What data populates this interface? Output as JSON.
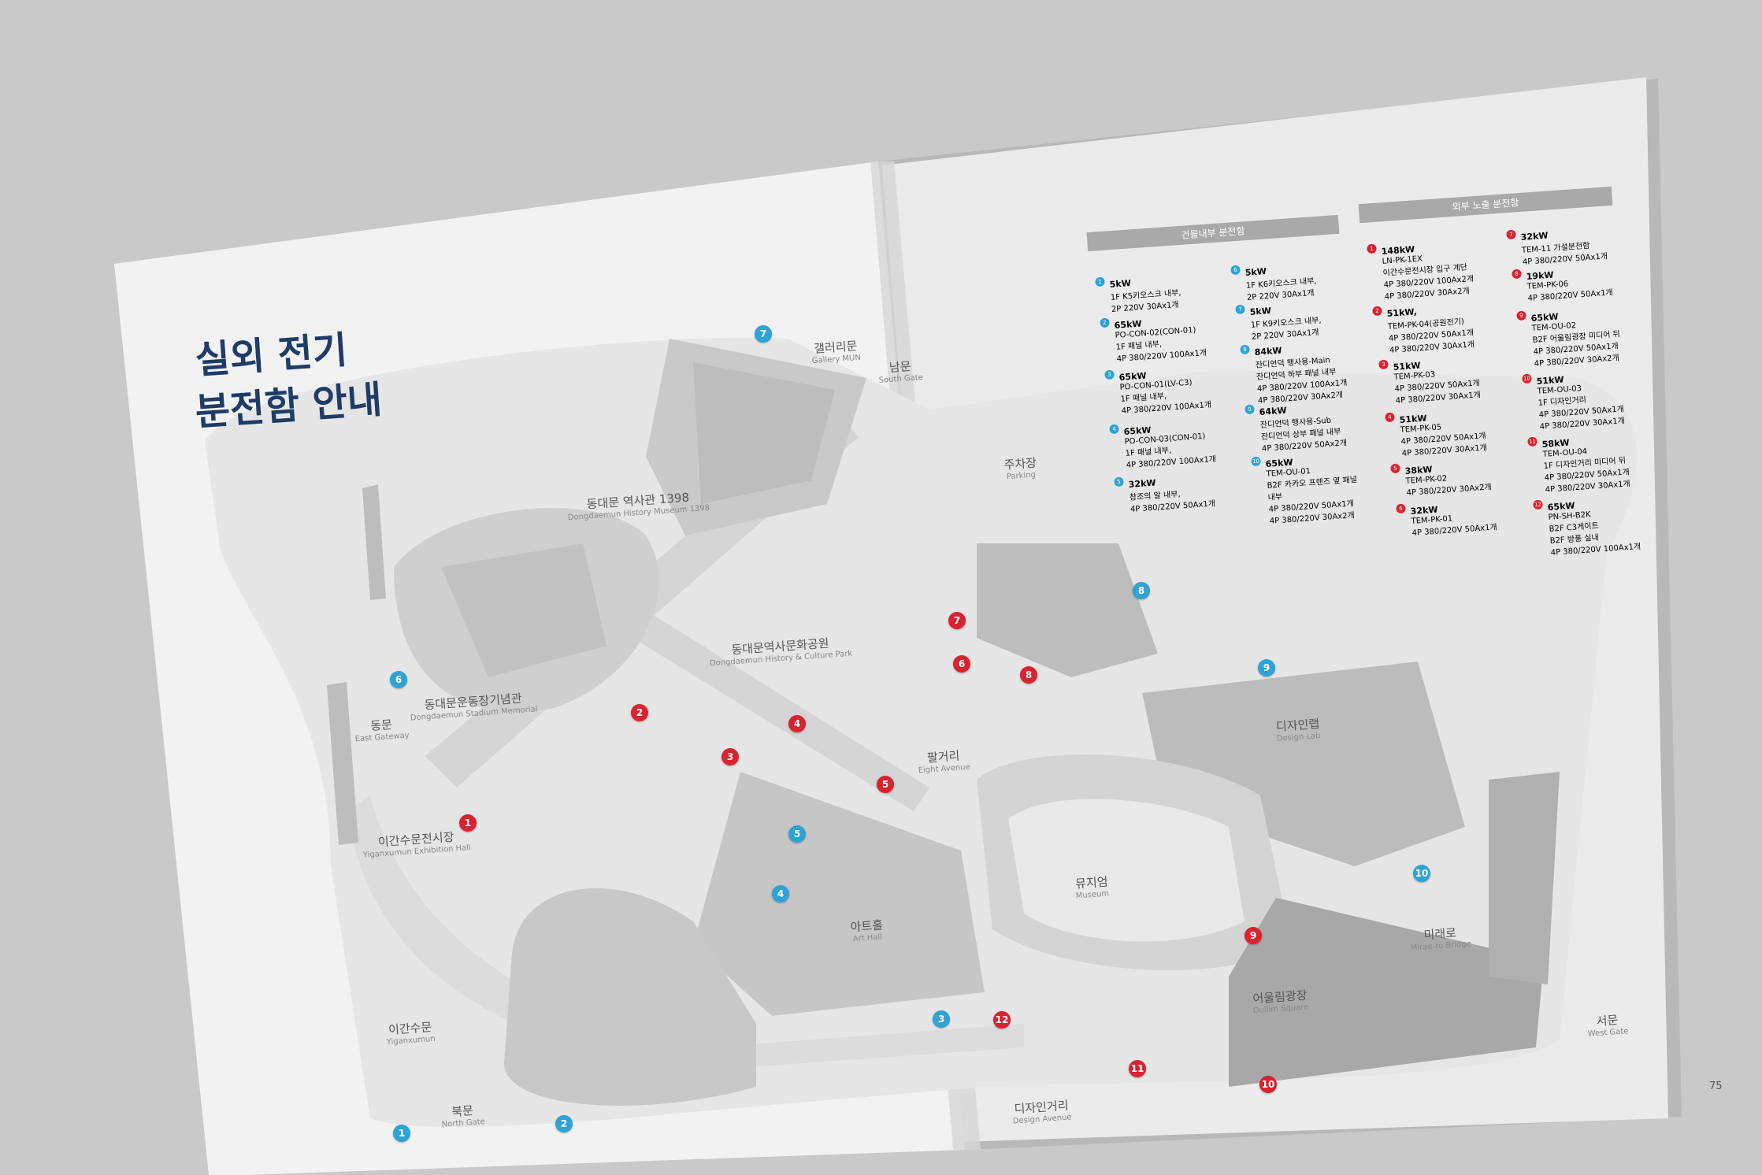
{
  "title": {
    "line1": "실외 전기",
    "line2": "분전함 안내"
  },
  "page_number": "75",
  "legend_headers": {
    "indoor": "건물내부 분전함",
    "outdoor": "외부 노출 분전함"
  },
  "indoor": [
    {
      "num": "1",
      "kw": "5kW",
      "lines": [
        "1F K5키오스크 내부,",
        "2P 220V 30Ax1개"
      ]
    },
    {
      "num": "2",
      "kw": "65kW",
      "lines": [
        "PO-CON-02(CON-01)",
        "1F 패널 내부,",
        "4P 380/220V 100Ax1개"
      ]
    },
    {
      "num": "3",
      "kw": "65kW",
      "lines": [
        "PO-CON-01(LV-C3)",
        "1F 패널 내부,",
        "4P 380/220V 100Ax1개"
      ]
    },
    {
      "num": "4",
      "kw": "65kW",
      "lines": [
        "PO-CON-03(CON-01)",
        "1F 패널 내부,",
        "4P 380/220V 100Ax1개"
      ]
    },
    {
      "num": "5",
      "kw": "32kW",
      "lines": [
        "창조의 알 내부,",
        "4P 380/220V 50Ax1개"
      ]
    },
    {
      "num": "6",
      "kw": "5kW",
      "lines": [
        "1F K6키오스크 내부,",
        "2P 220V 30Ax1개"
      ]
    },
    {
      "num": "7",
      "kw": "5kW",
      "lines": [
        "1F K9키오스크 내부,",
        "2P 220V 30Ax1개"
      ]
    },
    {
      "num": "8",
      "kw": "84kW",
      "lines": [
        "잔디언덕 행사용-Main",
        "잔디언덕 하부 패널 내부",
        "4P 380/220V 100Ax1개",
        "4P 380/220V 30Ax2개"
      ]
    },
    {
      "num": "9",
      "kw": "64kW",
      "lines": [
        "잔디언덕 행사용-Sub",
        "잔디언덕 상부 패널 내부",
        "4P 380/220V 50Ax2개"
      ]
    },
    {
      "num": "10",
      "kw": "65kW",
      "lines": [
        "TEM-OU-01",
        "B2F 카카오 프렌즈 옆 패널",
        "내부",
        "4P 380/220V 50Ax1개",
        "4P 380/220V 30Ax2개"
      ]
    }
  ],
  "outdoor": [
    {
      "num": "1",
      "kw": "148kW",
      "lines": [
        "LN-PK-1EX",
        "이간수문전시장 입구 계단",
        "4P 380/220V 100Ax2개",
        "4P 380/220V 30Ax2개"
      ]
    },
    {
      "num": "2",
      "kw": "51kW,",
      "lines": [
        "TEM-PK-04(공원전기)",
        "4P 380/220V 50Ax1개",
        "4P 380/220V 30Ax1개"
      ]
    },
    {
      "num": "3",
      "kw": "51kW",
      "lines": [
        "TEM-PK-03",
        "4P 380/220V 50Ax1개",
        "4P 380/220V 30Ax1개"
      ]
    },
    {
      "num": "4",
      "kw": "51kW",
      "lines": [
        "TEM-PK-05",
        "4P 380/220V 50Ax1개",
        "4P 380/220V 30Ax1개"
      ]
    },
    {
      "num": "5",
      "kw": "38kW",
      "lines": [
        "TEM-PK-02",
        "4P 380/220V 30Ax2개"
      ]
    },
    {
      "num": "6",
      "kw": "32kW",
      "lines": [
        "TEM-PK-01",
        "4P 380/220V 50Ax1개"
      ]
    },
    {
      "num": "7",
      "kw": "32kW",
      "lines": [
        "TEM-11 가설분전함",
        "4P 380/220V 50Ax1개"
      ]
    },
    {
      "num": "8",
      "kw": "19kW",
      "lines": [
        "TEM-PK-06",
        "4P 380/220V 50Ax1개"
      ]
    },
    {
      "num": "9",
      "kw": "65kW",
      "lines": [
        "TEM-OU-02",
        "B2F 어울림광장 미디어 뒤",
        "4P 380/220V 50Ax1개",
        "4P 380/220V 30Ax2개"
      ]
    },
    {
      "num": "10",
      "kw": "51kW",
      "lines": [
        "TEM-OU-03",
        "1F 디자인거리",
        "4P 380/220V 50Ax1개",
        "4P 380/220V 30Ax1개"
      ]
    },
    {
      "num": "11",
      "kw": "58kW",
      "lines": [
        "TEM-OU-04",
        "1F 디자인거리 미디어 뒤",
        "4P 380/220V 50Ax1개",
        "4P 380/220V 30Ax1개"
      ]
    },
    {
      "num": "12",
      "kw": "65kW",
      "lines": [
        "PN-SH-B2K",
        "B2F C3게이트",
        "B2F 방풍 실내",
        "4P 380/220V 100Ax1개"
      ]
    }
  ],
  "places": [
    {
      "ko": "갤러리문",
      "en": "Gallery MUN"
    },
    {
      "ko": "남문",
      "en": "South Gate"
    },
    {
      "ko": "동대문 역사관 1398",
      "en": "Dongdaemun History Museum 1398"
    },
    {
      "ko": "동대문역사문화공원",
      "en": "Dongdaemun History & Culture Park"
    },
    {
      "ko": "동대문운동장기념관",
      "en": "Dongdaemun Stadium Memorial"
    },
    {
      "ko": "동문",
      "en": "East Gateway"
    },
    {
      "ko": "이간수문전시장",
      "en": "Yiganxumun Exhibition Hall"
    },
    {
      "ko": "이간수문",
      "en": "Yiganxumun"
    },
    {
      "ko": "북문",
      "en": "North Gate"
    },
    {
      "ko": "아트홀",
      "en": "Art Hall"
    },
    {
      "ko": "뮤지엄",
      "en": "Museum"
    },
    {
      "ko": "디자인랩",
      "en": "Design Lab"
    },
    {
      "ko": "어울림광장",
      "en": "Oullim Square"
    },
    {
      "ko": "미래로",
      "en": "Mirae-ro Bridge"
    },
    {
      "ko": "서문",
      "en": "West Gate"
    },
    {
      "ko": "디자인거리",
      "en": "Design Avenue"
    },
    {
      "ko": "주차장",
      "en": "Parking"
    },
    {
      "ko": "팔거리",
      "en": "Eight Avenue"
    }
  ],
  "markers": {
    "blue": [
      "1",
      "2",
      "3",
      "4",
      "5",
      "6",
      "7",
      "8",
      "9",
      "10"
    ],
    "red": [
      "1",
      "2",
      "3",
      "4",
      "5",
      "6",
      "7",
      "8",
      "9",
      "10",
      "11",
      "12"
    ]
  },
  "colors": {
    "title": "#1e3d66",
    "blue_marker": "#2fa2d6",
    "red_marker": "#d9232e",
    "header": "#a9a9a9"
  }
}
